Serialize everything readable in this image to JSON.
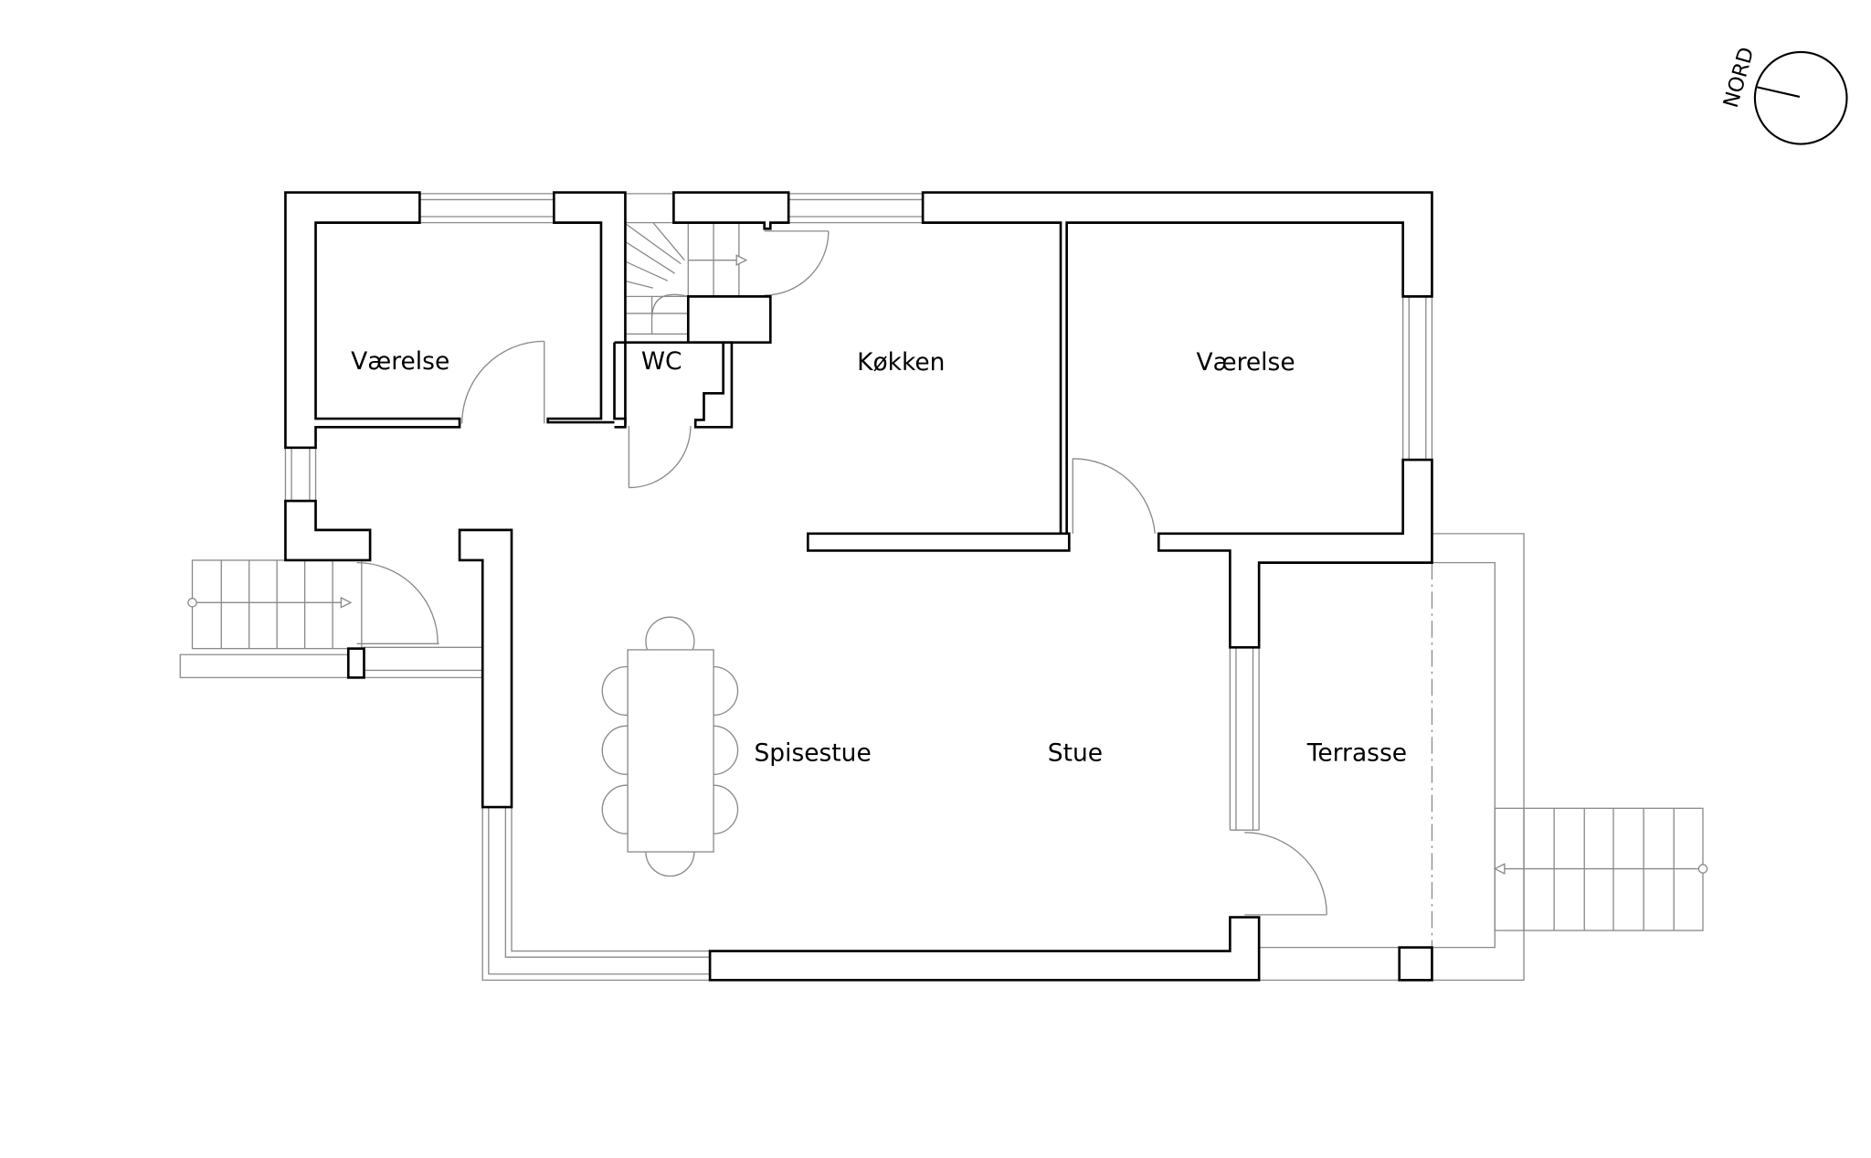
{
  "rooms": {
    "vaerelse_west": "Værelse",
    "wc": "WC",
    "kokken": "Køkken",
    "vaerelse_east": "Værelse",
    "spisestue": "Spisestue",
    "stue": "Stue",
    "terrasse": "Terrasse"
  },
  "compass": {
    "label": "NORD"
  },
  "colors": {
    "wall": "#000000",
    "thin": "#8a8a8a",
    "background": "#ffffff"
  }
}
